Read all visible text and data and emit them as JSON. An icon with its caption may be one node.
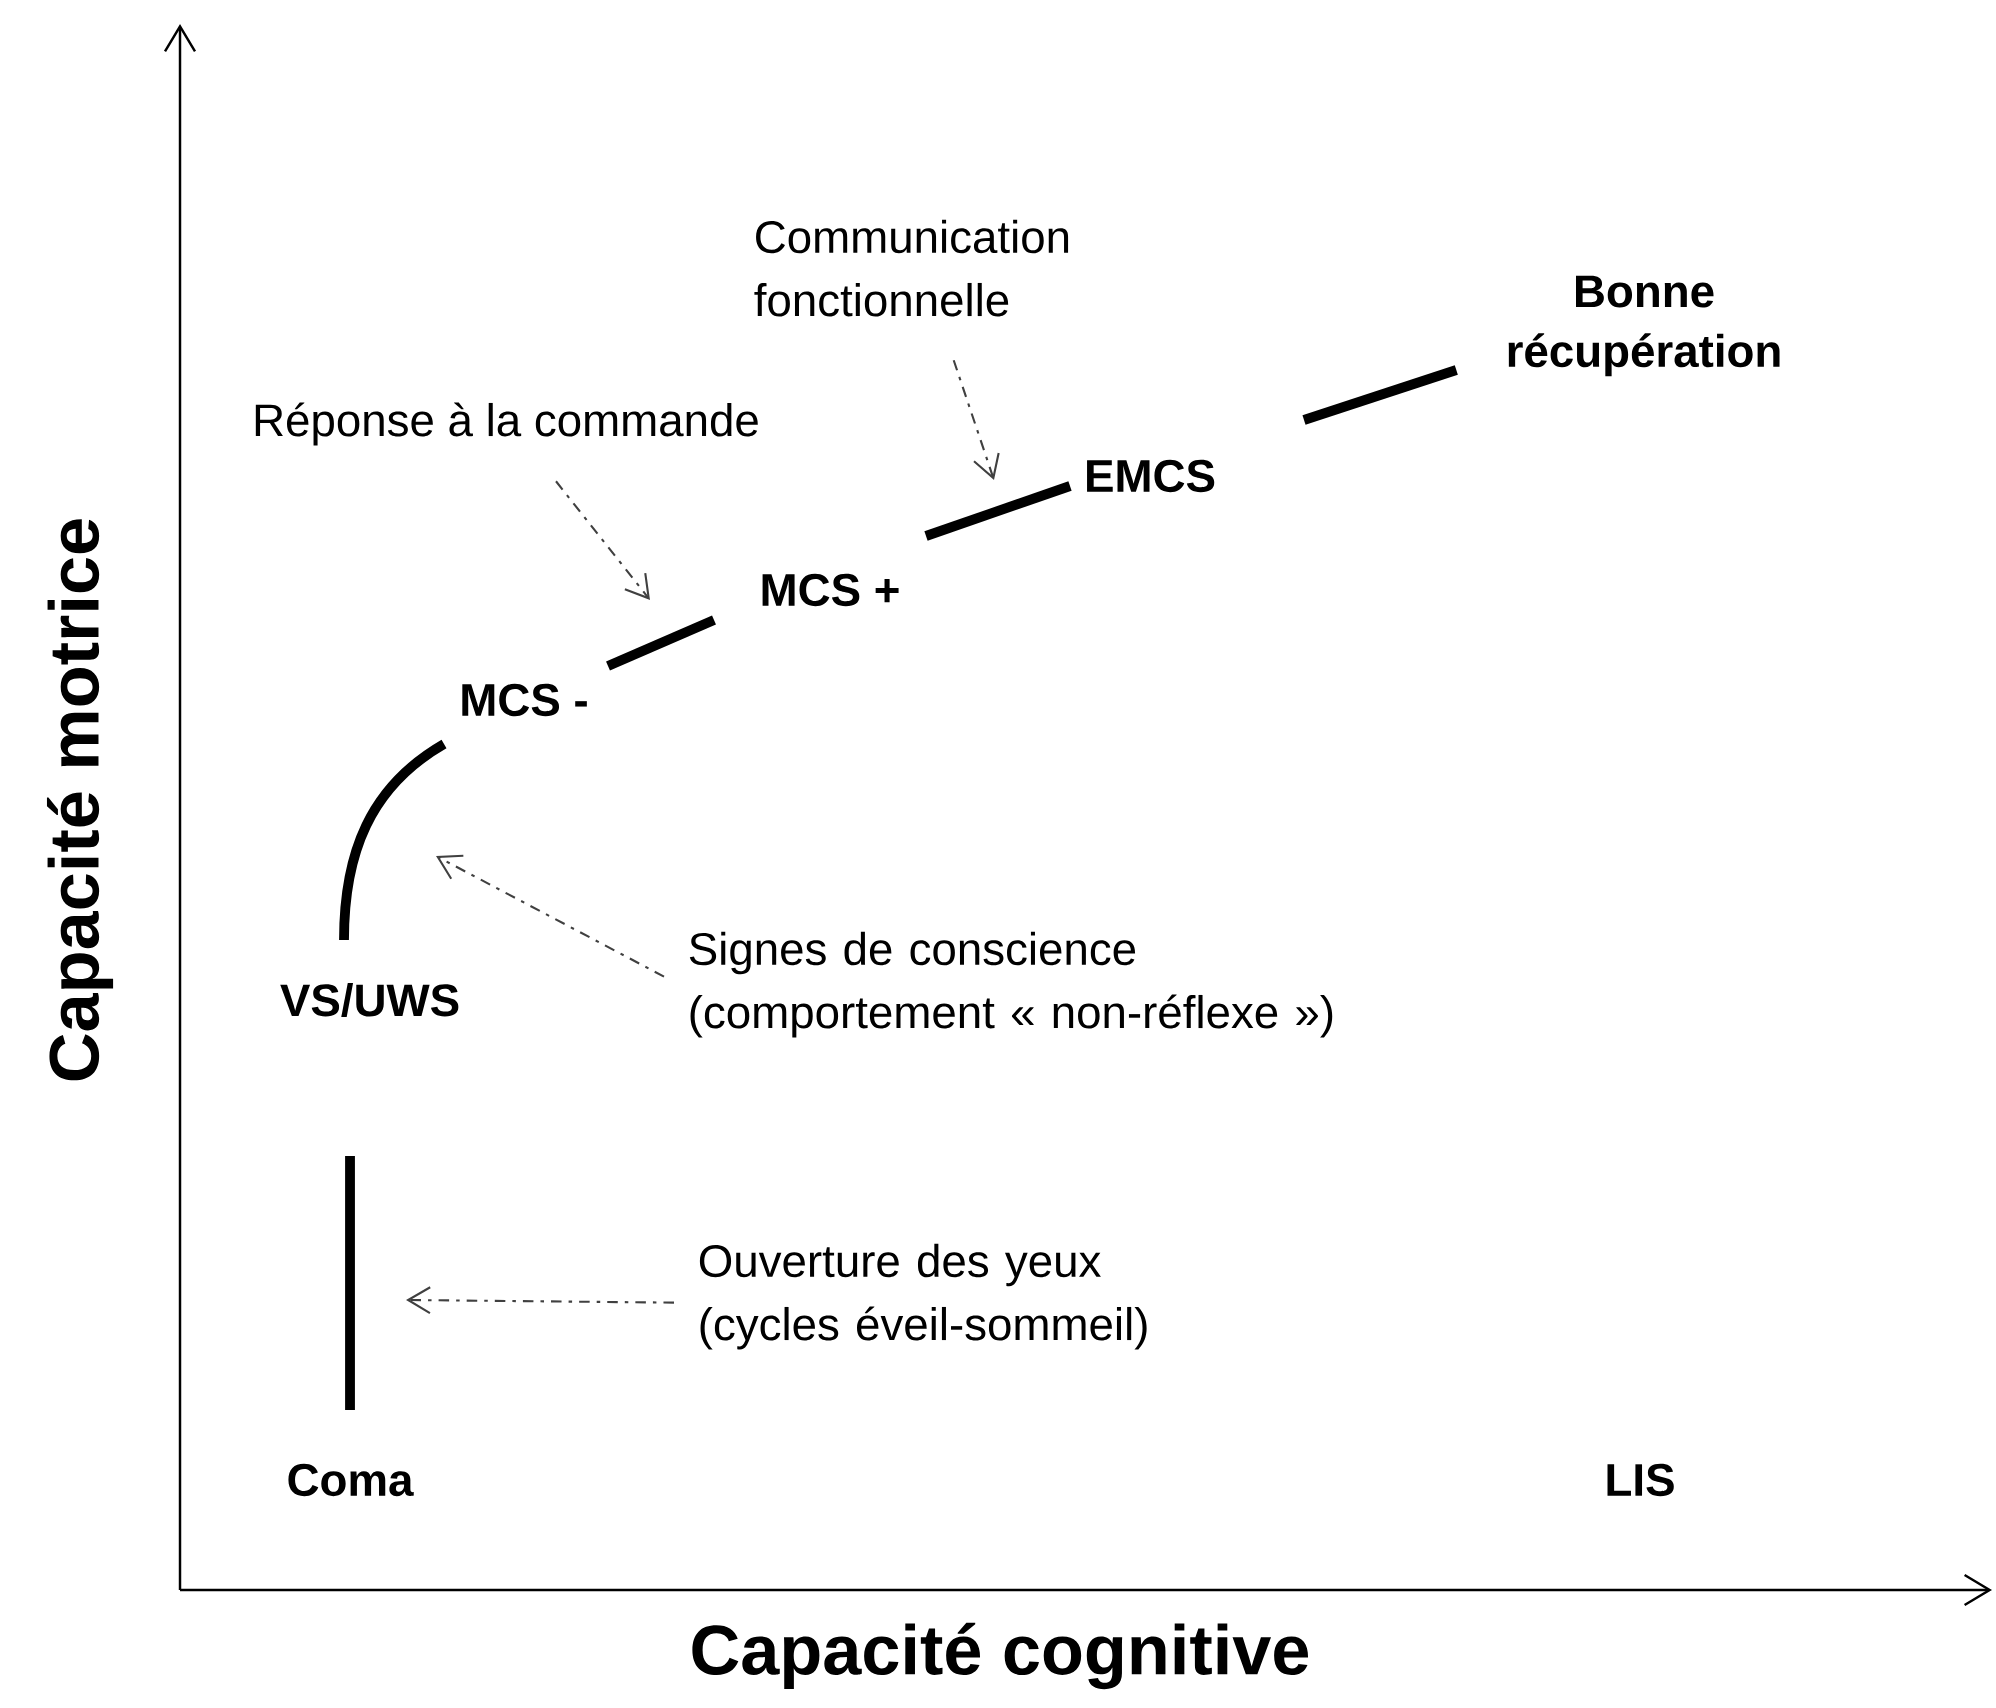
{
  "diagram": {
    "nodes": [
      {
        "text": [
          "Coma"
        ]
      },
      {
        "text": [
          "VS/UWS"
        ]
      },
      {
        "text": [
          "MCS -"
        ]
      },
      {
        "text": [
          "MCS +"
        ]
      },
      {
        "text": [
          "EMCS"
        ]
      },
      {
        "text": [
          "Bonne récupération"
        ]
      },
      {
        "text": [
          "LIS"
        ]
      },
      {
        "text": [
          "Ouverture des yeux (cycles éveil-sommeil)"
        ]
      },
      {
        "text": [
          "Signes de conscience (comportement « non-réflexe »)"
        ]
      },
      {
        "text": [
          "Réponse à la commande"
        ]
      },
      {
        "text": [
          "Communication fonctionnelle"
        ]
      }
    ],
    "edges": [
      {
        "from": 0,
        "to": 1,
        "arrow": "none"
      },
      {
        "from": 1,
        "to": 2,
        "arrow": "none"
      },
      {
        "from": 2,
        "to": 3,
        "arrow": "none"
      },
      {
        "from": 3,
        "to": 4,
        "arrow": "none"
      },
      {
        "from": 4,
        "to": 5,
        "arrow": "none"
      },
      {
        "from": 7,
        "to": null,
        "arrow": "to",
        "style": "dashed"
      },
      {
        "from": 8,
        "to": null,
        "arrow": "to",
        "style": "dashed"
      },
      {
        "from": 9,
        "to": null,
        "arrow": "to",
        "style": "dashed"
      },
      {
        "from": 10,
        "to": null,
        "arrow": "to",
        "style": "dashed"
      }
    ],
    "labels": [
      "Capacité motrice",
      "Capacité cognitive"
    ]
  }
}
